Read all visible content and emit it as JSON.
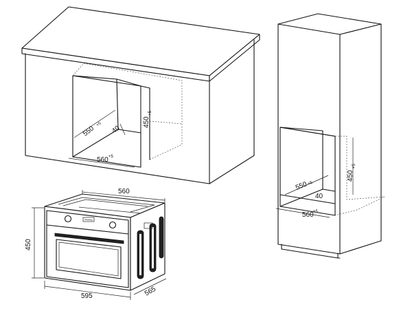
{
  "diagram": {
    "wall_cabinet_dims": {
      "depth": "550",
      "depth_tol": "+5",
      "height": "450",
      "height_tol": "+5",
      "width": "560",
      "width_tol": "+5",
      "gap": "40"
    },
    "tall_cabinet_dims": {
      "depth": "550",
      "depth_tol": "+5",
      "height": "450",
      "height_tol": "+5",
      "width": "560",
      "width_tol": "+5",
      "gap": "40"
    },
    "oven_dims": {
      "top_width": "560",
      "height": "450",
      "front_width": "595",
      "depth": "565"
    }
  }
}
